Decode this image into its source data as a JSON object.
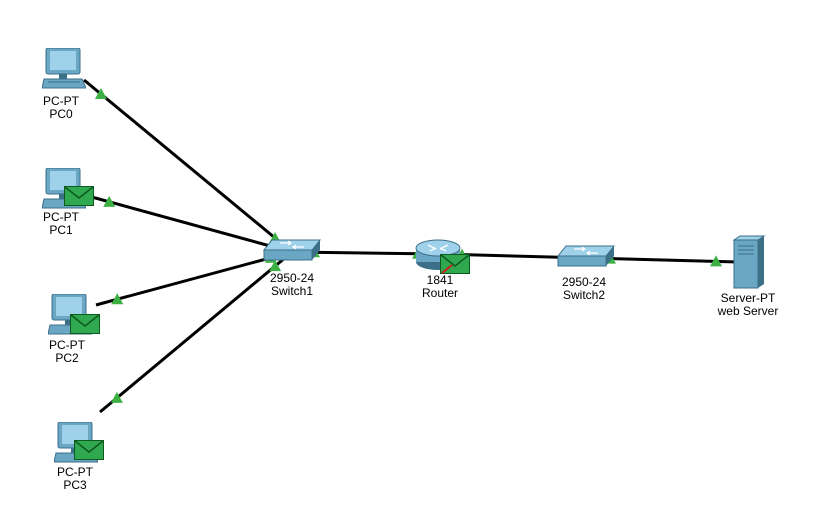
{
  "colors": {
    "link": "#000000",
    "link_up": "#3cb043",
    "device_body": "#6aa7c4",
    "device_dark": "#3c6f88",
    "screen": "#9fd2ea",
    "envelope": "#2fa84f",
    "envelope_dark": "#0d5a1e"
  },
  "nodes": {
    "pc0": {
      "model": "PC-PT",
      "name": "PC0",
      "icon": "pc-icon",
      "has_packet": false
    },
    "pc1": {
      "model": "PC-PT",
      "name": "PC1",
      "icon": "pc-icon",
      "has_packet": true
    },
    "pc2": {
      "model": "PC-PT",
      "name": "PC2",
      "icon": "pc-icon",
      "has_packet": true
    },
    "pc3": {
      "model": "PC-PT",
      "name": "PC3",
      "icon": "pc-icon",
      "has_packet": true
    },
    "switch1": {
      "model": "2950-24",
      "name": "Switch1",
      "icon": "switch-icon",
      "has_packet": false
    },
    "router": {
      "model": "1841",
      "name": "Router",
      "icon": "router-icon",
      "has_packet": true
    },
    "switch2": {
      "model": "2950-24",
      "name": "Switch2",
      "icon": "switch-icon",
      "has_packet": false
    },
    "server": {
      "model": "Server-PT",
      "name": "web Server",
      "icon": "server-icon",
      "has_packet": false
    }
  },
  "links": [
    {
      "from": "pc0",
      "to": "switch1",
      "status": "up"
    },
    {
      "from": "pc1",
      "to": "switch1",
      "status": "up"
    },
    {
      "from": "pc2",
      "to": "switch1",
      "status": "up"
    },
    {
      "from": "pc3",
      "to": "switch1",
      "status": "up"
    },
    {
      "from": "switch1",
      "to": "router",
      "status": "up"
    },
    {
      "from": "router",
      "to": "switch2",
      "status": "up"
    },
    {
      "from": "switch2",
      "to": "server",
      "status": "up"
    }
  ]
}
